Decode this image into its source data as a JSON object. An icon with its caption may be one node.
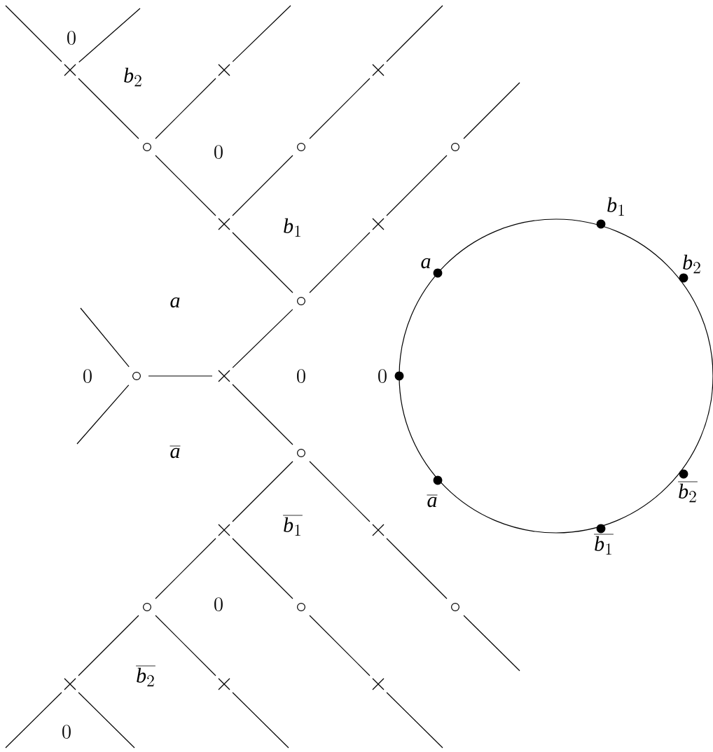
{
  "diagram": {
    "nodes": [
      {
        "text": [],
        "shape": "cross"
      },
      {
        "text": [],
        "shape": "cross"
      },
      {
        "text": [],
        "shape": "cross"
      },
      {
        "text": [],
        "shape": "circle"
      },
      {
        "text": [],
        "shape": "circle"
      },
      {
        "text": [],
        "shape": "circle"
      },
      {
        "text": [],
        "shape": "cross"
      },
      {
        "text": [],
        "shape": "cross"
      },
      {
        "text": [],
        "shape": "circle"
      },
      {
        "text": [],
        "shape": "circle"
      },
      {
        "text": [],
        "shape": "cross"
      },
      {
        "text": [],
        "shape": "circle"
      },
      {
        "text": [],
        "shape": "cross"
      },
      {
        "text": [],
        "shape": "cross"
      },
      {
        "text": [],
        "shape": "circle"
      },
      {
        "text": [],
        "shape": "circle"
      },
      {
        "text": [],
        "shape": "circle"
      },
      {
        "text": [],
        "shape": "cross"
      },
      {
        "text": [],
        "shape": "cross"
      },
      {
        "text": [],
        "shape": "cross"
      }
    ],
    "edges": [
      {
        "from": null,
        "to": 0,
        "arrow": "none"
      },
      {
        "from": 0,
        "to": 3,
        "arrow": "none"
      },
      {
        "from": 3,
        "to": 6,
        "arrow": "none"
      },
      {
        "from": 6,
        "to": 8,
        "arrow": "none"
      },
      {
        "from": null,
        "to": 0,
        "arrow": "none"
      },
      {
        "from": null,
        "to": 1,
        "arrow": "none"
      },
      {
        "from": 1,
        "to": 3,
        "arrow": "none"
      },
      {
        "from": null,
        "to": 2,
        "arrow": "none"
      },
      {
        "from": 2,
        "to": 4,
        "arrow": "none"
      },
      {
        "from": 4,
        "to": 6,
        "arrow": "none"
      },
      {
        "from": null,
        "to": 5,
        "arrow": "none"
      },
      {
        "from": 5,
        "to": 7,
        "arrow": "none"
      },
      {
        "from": 7,
        "to": 8,
        "arrow": "none"
      },
      {
        "from": 8,
        "to": 10,
        "arrow": "none"
      },
      {
        "from": 9,
        "to": 10,
        "arrow": "none"
      },
      {
        "from": null,
        "to": 9,
        "arrow": "none"
      },
      {
        "from": null,
        "to": 9,
        "arrow": "none"
      },
      {
        "from": 10,
        "to": 11,
        "arrow": "none"
      },
      {
        "from": 11,
        "to": 13,
        "arrow": "none"
      },
      {
        "from": 13,
        "to": 16,
        "arrow": "none"
      },
      {
        "from": 16,
        "to": null,
        "arrow": "none"
      },
      {
        "from": 11,
        "to": 12,
        "arrow": "none"
      },
      {
        "from": 12,
        "to": 14,
        "arrow": "none"
      },
      {
        "from": 14,
        "to": 17,
        "arrow": "none"
      },
      {
        "from": 17,
        "to": null,
        "arrow": "none"
      },
      {
        "from": 17,
        "to": null,
        "arrow": "none"
      },
      {
        "from": 14,
        "to": 18,
        "arrow": "none"
      },
      {
        "from": 18,
        "to": null,
        "arrow": "none"
      },
      {
        "from": 12,
        "to": 15,
        "arrow": "none"
      },
      {
        "from": 15,
        "to": 19,
        "arrow": "none"
      },
      {
        "from": 19,
        "to": null,
        "arrow": "none"
      }
    ],
    "labels": [
      "0",
      "b_2",
      "0",
      "b_1",
      "b_1",
      "a",
      "b_2",
      "a",
      "0",
      "0",
      "0",
      "\\overline{a}",
      "\\overline{a}",
      "\\overline{b_2}",
      "\\overline{b_1}",
      "\\overline{b_1}",
      "0",
      "\\overline{b_2}",
      "0"
    ]
  }
}
